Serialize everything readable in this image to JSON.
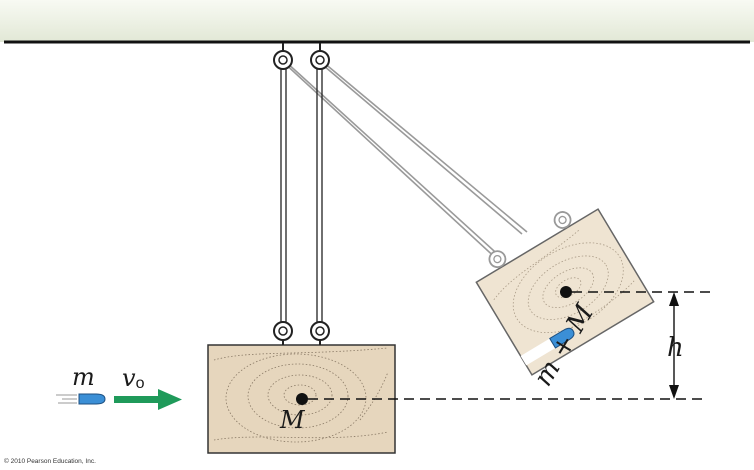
{
  "labels": {
    "bullet_mass": "m",
    "bullet_velocity": "v",
    "velocity_subscript": "o",
    "block_mass": "M",
    "combined_mass": "m + M",
    "height": "h"
  },
  "copyright": "© 2010 Pearson Education, Inc.",
  "colors": {
    "wood": "#e6d6bd",
    "wood_grain": "#8a7a66",
    "bullet": "#3b8fd6",
    "velocity_arrow": "#1f9a5a",
    "ceiling": "#eef2e4"
  }
}
